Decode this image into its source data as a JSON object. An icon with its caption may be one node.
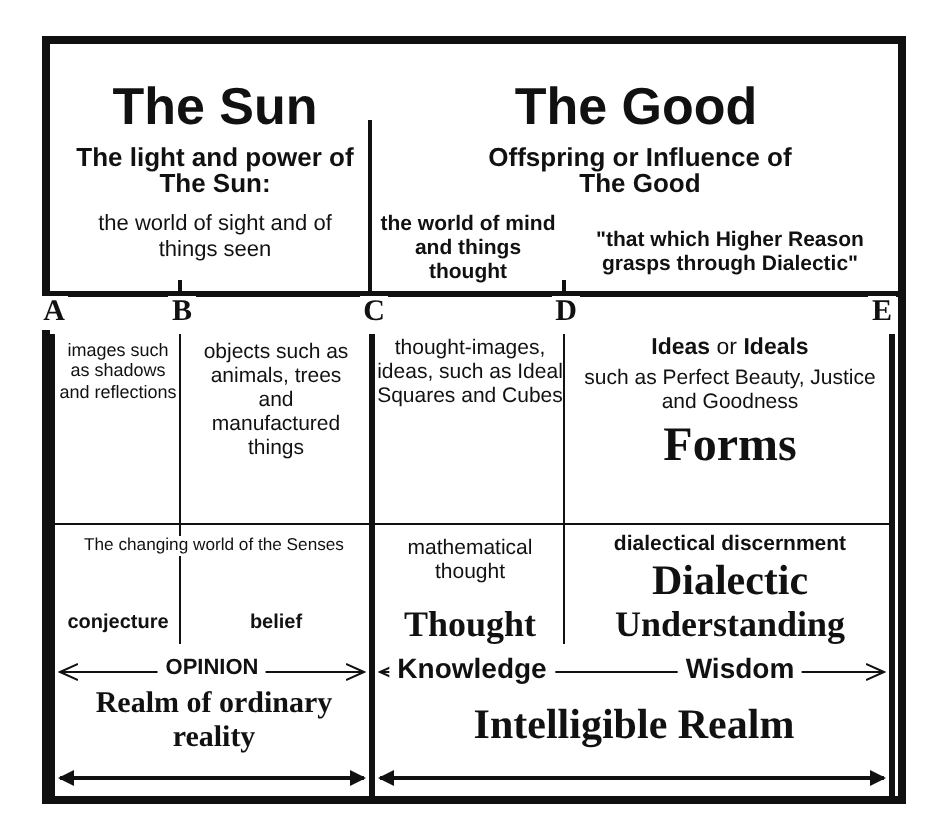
{
  "diagram": {
    "labels": [
      "The Sun",
      "The light and power of The Sun:",
      "the world of sight and of things seen",
      "The Good",
      "Offspring or Influence of The Good",
      "the world of mind and things thought",
      "\"that which Higher Reason grasps through Dialectic\"",
      "A",
      "B",
      "C",
      "D",
      "E",
      "images such as shadows and reflections",
      "objects such as animals, trees and manufactured things",
      "thought-images, ideas, such as Ideal Squares and Cubes",
      "**Ideas** or **Ideals**",
      "such as Perfect Beauty, Justice and Goodness",
      "Forms",
      "The changing world of the Senses",
      "mathematical thought",
      "dialectical discernment",
      "Dialectic",
      "conjecture",
      "belief",
      "Thought",
      "Understanding",
      "OPINION",
      "Knowledge",
      "Wisdom",
      "Realm of ordinary reality",
      "Intelligible Realm"
    ]
  }
}
